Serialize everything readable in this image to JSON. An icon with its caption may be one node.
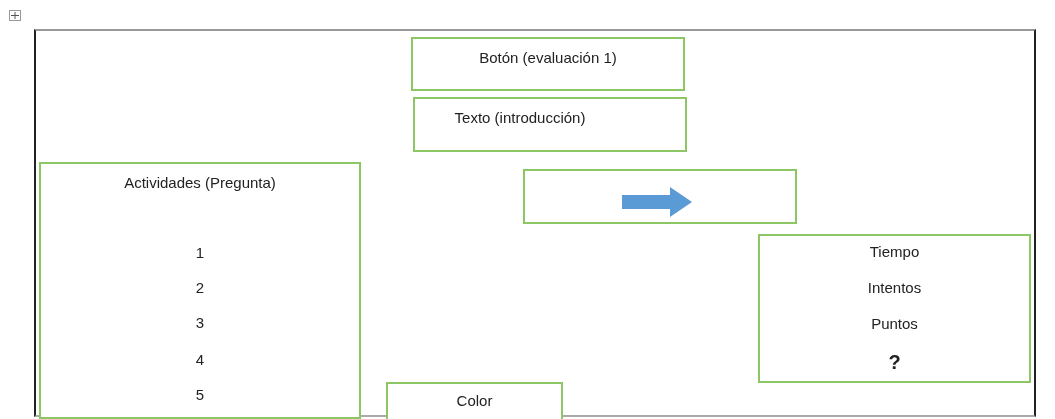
{
  "diagram": {
    "nodes": [
      {
        "text": [
          "Botón (evaluación 1)"
        ]
      },
      {
        "text": [
          "Texto (introducción)"
        ]
      },
      {
        "text": [
          "Actividades (Pregunta)",
          "1",
          "2",
          "3",
          "4",
          "5"
        ]
      },
      {
        "text": [],
        "shape": "box"
      },
      {
        "text": [
          "Tiempo",
          "Intentos",
          "Puntos",
          "?"
        ]
      },
      {
        "text": [
          "Color"
        ]
      }
    ]
  }
}
